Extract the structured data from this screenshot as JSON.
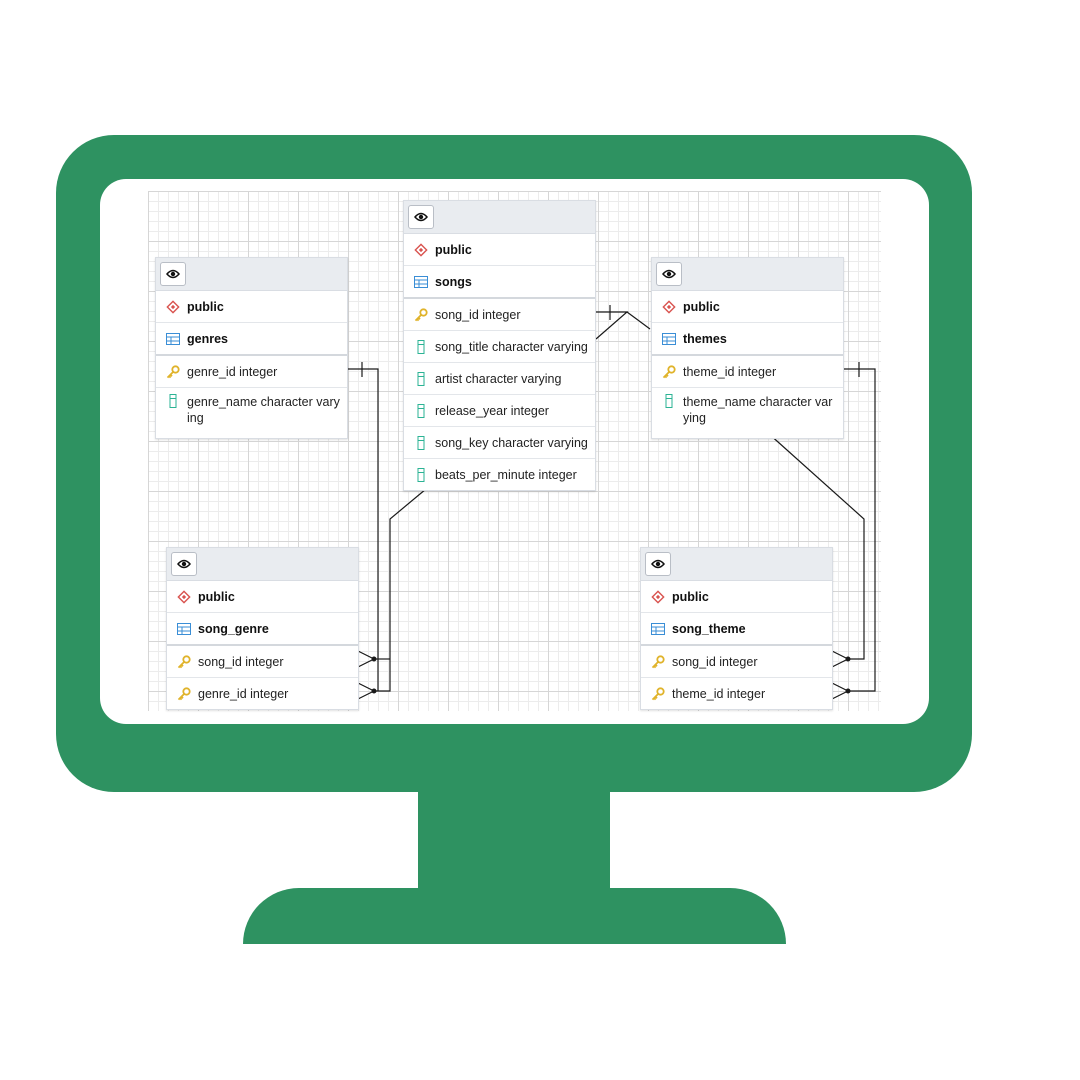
{
  "tables": {
    "songs": {
      "schema": "public",
      "name": "songs",
      "columns": [
        "song_id integer",
        "song_title character varying",
        "artist character varying",
        "release_year integer",
        "song_key character varying",
        "beats_per_minute integer"
      ]
    },
    "genres": {
      "schema": "public",
      "name": "genres",
      "columns": [
        "genre_id integer",
        "genre_name character varying"
      ]
    },
    "themes": {
      "schema": "public",
      "name": "themes",
      "columns": [
        "theme_id integer",
        "theme_name character varying"
      ]
    },
    "song_genre": {
      "schema": "public",
      "name": "song_genre",
      "columns": [
        "song_id integer",
        "genre_id integer"
      ]
    },
    "song_theme": {
      "schema": "public",
      "name": "song_theme",
      "columns": [
        "song_id integer",
        "theme_id integer"
      ]
    }
  },
  "icons": {
    "view": "eye-icon",
    "schema": "schema-diamond-icon",
    "table": "table-grid-icon",
    "primary_key": "key-icon",
    "column": "column-icon"
  },
  "colors": {
    "monitor": "#2e9261",
    "schema_icon": "#d9534f",
    "table_icon": "#3a8ed6",
    "key_icon": "#e0b32a",
    "column_icon": "#2bb394"
  }
}
